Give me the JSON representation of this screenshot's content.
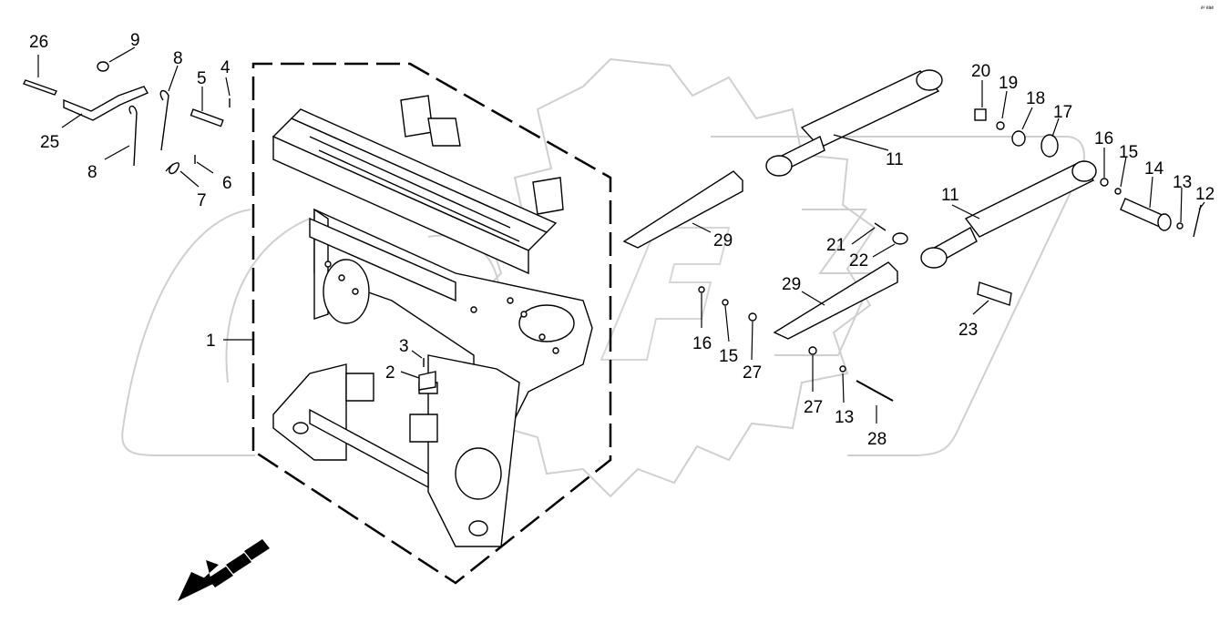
{
  "diagram": {
    "watermark": "OPEX",
    "corner_mark": "é² èàè",
    "part_labels": [
      "26",
      "9",
      "8",
      "5",
      "4",
      "25",
      "8",
      "7",
      "6",
      "1",
      "3",
      "2",
      "11",
      "29",
      "20",
      "19",
      "18",
      "17",
      "16",
      "15",
      "14",
      "13",
      "12",
      "11",
      "21",
      "22",
      "29",
      "16",
      "15",
      "27",
      "23",
      "27",
      "13",
      "28"
    ]
  },
  "colors": {
    "line": "#000000",
    "watermark": "#e6e6e6",
    "watermark_edge": "#cfcfcf"
  }
}
